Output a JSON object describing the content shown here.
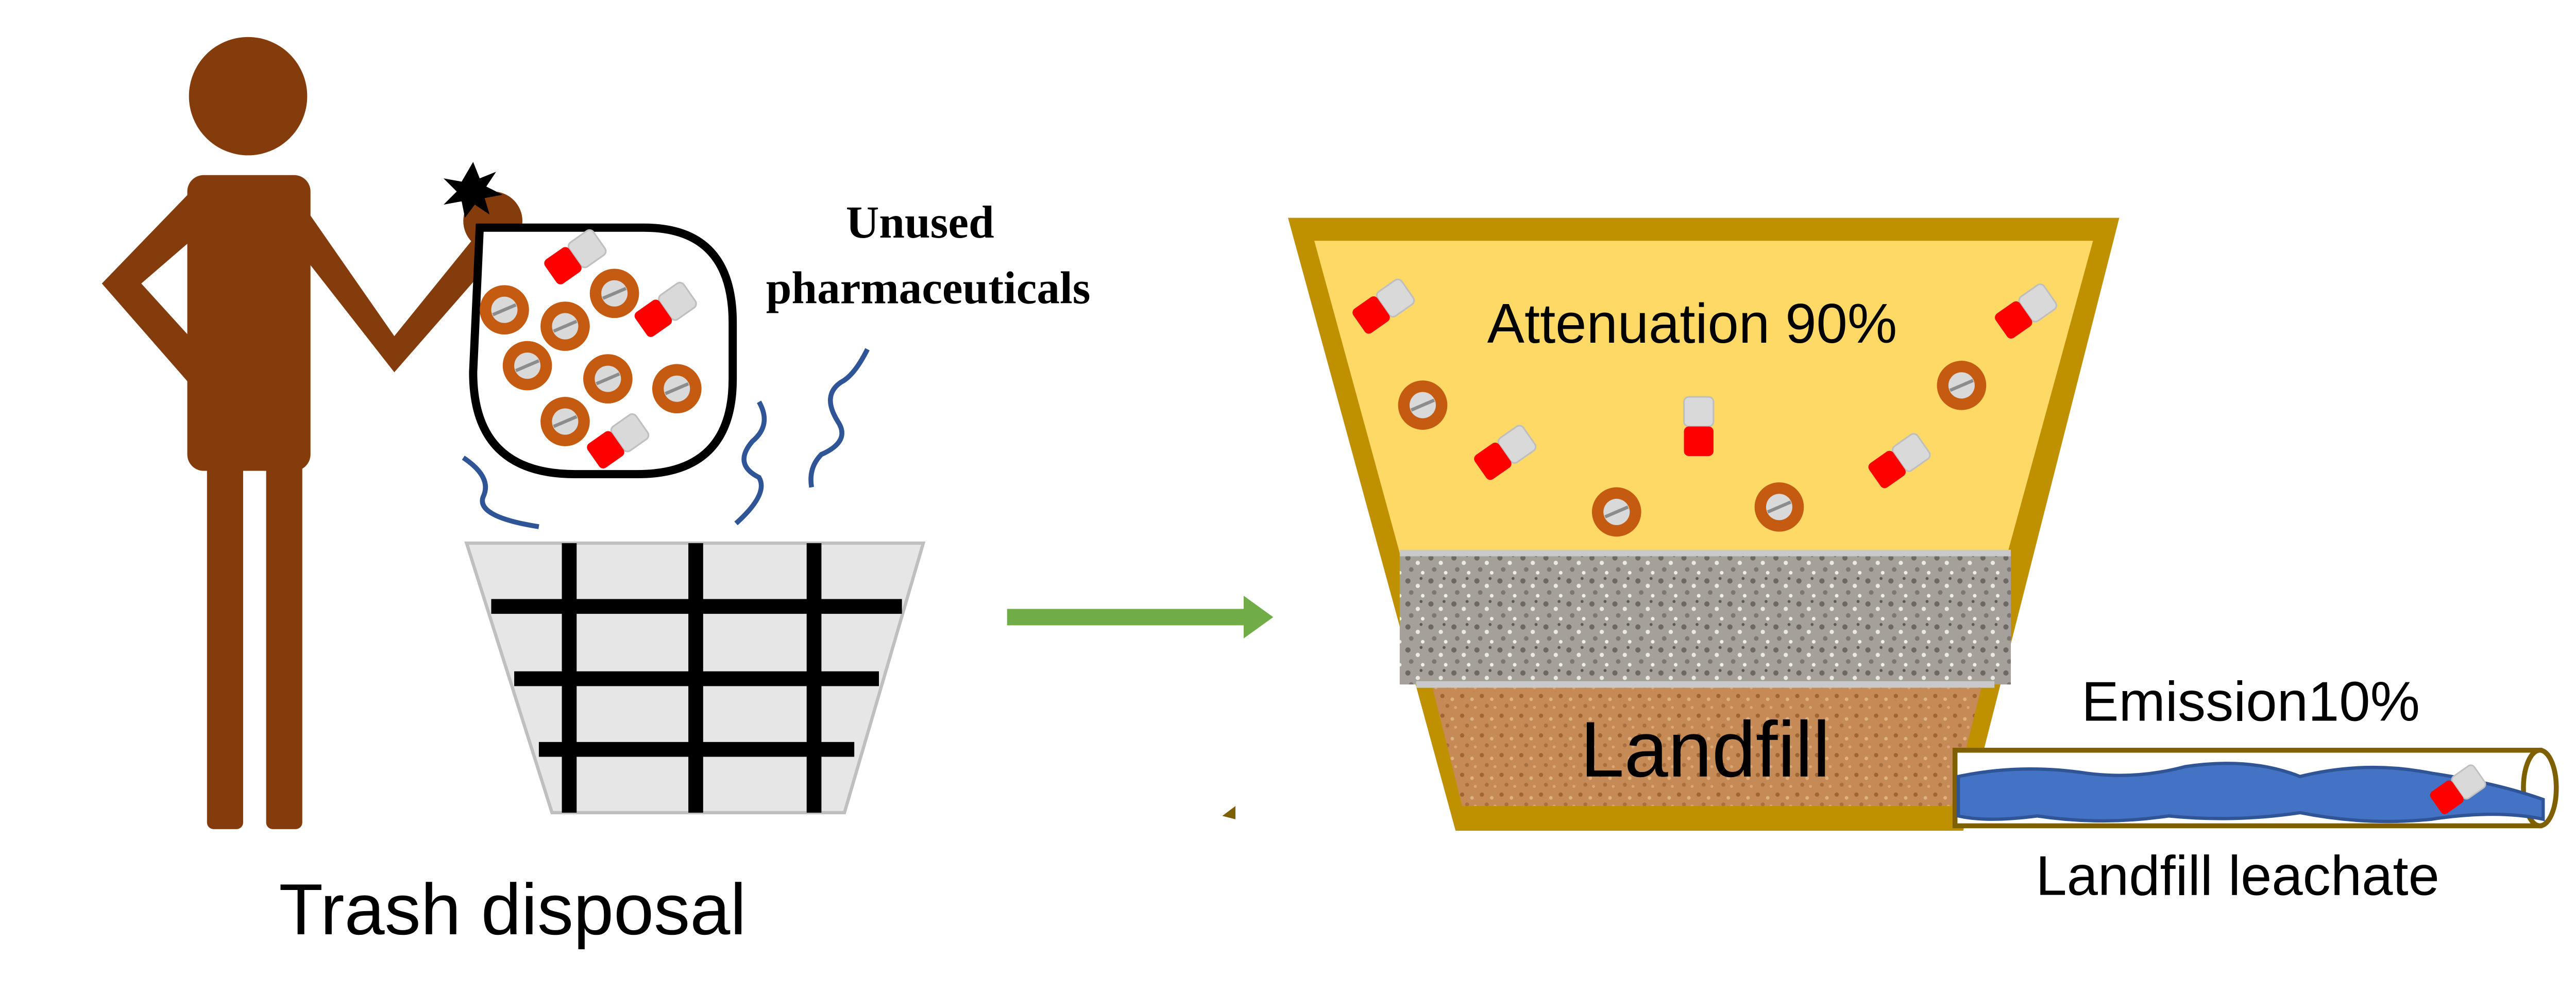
{
  "labels": {
    "unused_line1": "Unused",
    "unused_line2": "pharmaceuticals",
    "trash_disposal": "Trash disposal",
    "attenuation": "Attenuation 90%",
    "landfill": "Landfill",
    "emission": "Emission10%",
    "leachate": "Landfill leachate"
  },
  "colors": {
    "person": "#843c0c",
    "bin_fill": "#e7e6e6",
    "bin_bars": "#000000",
    "stink_lines": "#2f5597",
    "arrow": "#70ad47",
    "landfill_frame": "#bf9000",
    "attenuation_layer": "#ffd966",
    "gravel_layer": "#a6a09a",
    "soil_layer": "#c58a55",
    "leachate_water": "#4472c4",
    "capsule_red": "#ff0000",
    "capsule_white": "#d9d9d9",
    "pill_brown": "#c55a11"
  },
  "icons": {
    "person": "person-figure-icon",
    "bag": "pharmaceutical-bag-icon",
    "bin": "trash-bin-icon",
    "capsule": "capsule-icon",
    "pill": "tablet-pill-icon",
    "arrow": "right-arrow-icon",
    "pipe": "leachate-pipe-icon",
    "spark": "burst-icon"
  }
}
